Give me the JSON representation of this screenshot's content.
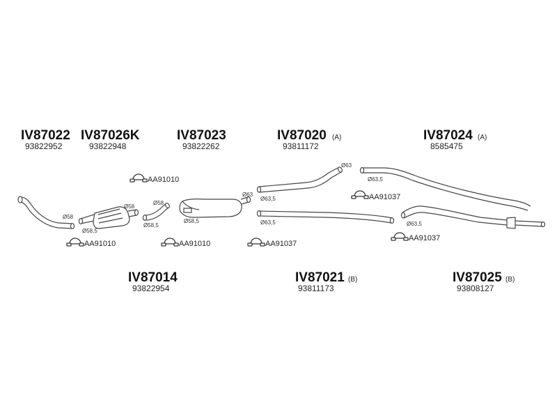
{
  "parts": {
    "iv87022": {
      "number": "IV87022",
      "oem": "93822952"
    },
    "iv87026k": {
      "number": "IV87026K",
      "oem": "93822948"
    },
    "iv87023": {
      "number": "IV87023",
      "oem": "93822262"
    },
    "iv87020": {
      "number": "IV87020",
      "suffix": "(A)",
      "oem": "93811172"
    },
    "iv87024": {
      "number": "IV87024",
      "suffix": "(A)",
      "oem": "8585475"
    },
    "iv87014": {
      "number": "IV87014",
      "oem": "93822954"
    },
    "iv87021": {
      "number": "IV87021",
      "suffix": "(B)",
      "oem": "93811173"
    },
    "iv87025": {
      "number": "IV87025",
      "suffix": "(B)",
      "oem": "93808127"
    }
  },
  "clamps": {
    "c1": "AA91010",
    "c2": "AA91010",
    "c3": "AA91010",
    "c4": "AA91037",
    "c5": "AA91037",
    "c6": "AA91037"
  },
  "diameters": {
    "d58_front": "Ø58",
    "d58_cat_in": "Ø58",
    "d585_cat_out": "Ø58,5",
    "d58_link_in": "Ø58",
    "d585_link_out": "Ø58,5",
    "d585_silencer": "Ø58,5",
    "d63_silencer": "Ø63",
    "d635_a_in": "Ø63,5",
    "d63_a_out": "Ø63",
    "d635_b_in": "Ø63,5",
    "d635_rear_a": "Ø63,5",
    "d635_rear_b": "Ø63,5"
  }
}
